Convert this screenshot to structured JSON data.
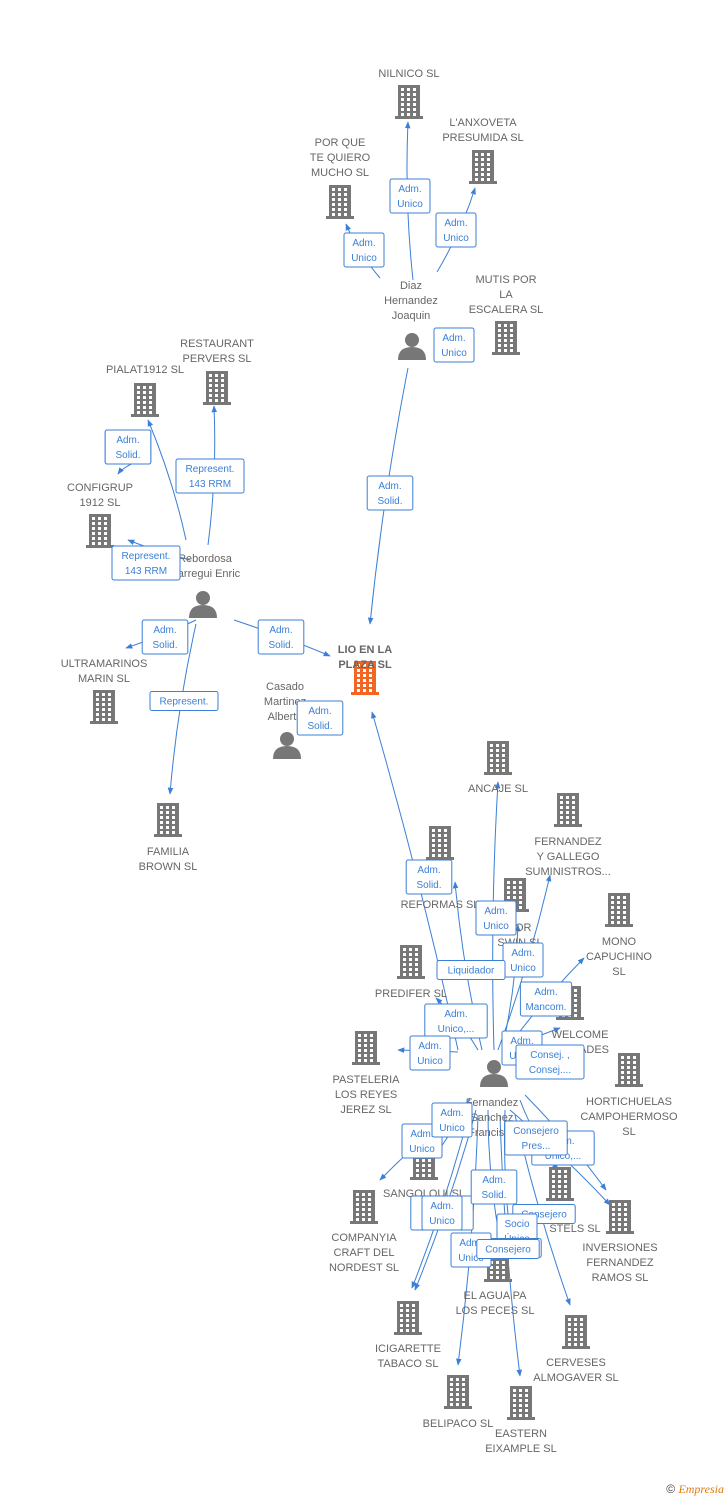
{
  "nodes": [
    {
      "id": "lio",
      "type": "company",
      "focus": true,
      "label": [
        "LIO EN LA",
        "PLAZA  SL"
      ]
    },
    {
      "id": "nilnico",
      "type": "company",
      "label": [
        "NILNICO  SL"
      ]
    },
    {
      "id": "anxoveta",
      "type": "company",
      "label": [
        "L'ANXOVETA",
        "PRESUMIDA SL"
      ]
    },
    {
      "id": "porque",
      "type": "company",
      "label": [
        "POR QUE",
        "TE QUIERO",
        "MUCHO  SL"
      ]
    },
    {
      "id": "mutis",
      "type": "company",
      "label": [
        "MUTIS POR",
        "LA",
        "ESCALERA SL"
      ]
    },
    {
      "id": "diaz",
      "type": "person",
      "label": [
        "Diaz",
        "Hernandez",
        "Joaquin"
      ]
    },
    {
      "id": "restaurant",
      "type": "company",
      "label": [
        "RESTAURANT",
        "PERVERS  SL"
      ]
    },
    {
      "id": "pialat",
      "type": "company",
      "label": [
        "PIALAT1912  SL"
      ]
    },
    {
      "id": "configrup",
      "type": "company",
      "label": [
        "CONFIGRUP",
        "1912  SL"
      ]
    },
    {
      "id": "rebordosa",
      "type": "person",
      "label": [
        "Rebordosa",
        "Carregui Enric"
      ]
    },
    {
      "id": "ultramarinos",
      "type": "company",
      "label": [
        "ULTRAMARINOS",
        "MARIN  SL"
      ]
    },
    {
      "id": "familia",
      "type": "company",
      "label": [
        "FAMILIA",
        "BROWN  SL"
      ]
    },
    {
      "id": "casado",
      "type": "person",
      "label": [
        "Casado",
        "Martinez",
        "Alberto"
      ]
    },
    {
      "id": "ancaje",
      "type": "company",
      "label": [
        "ANCAJE SL"
      ]
    },
    {
      "id": "fgallego",
      "type": "company",
      "label": [
        "FERNANDEZ",
        "Y GALLEGO",
        "SUMINISTROS..."
      ]
    },
    {
      "id": "reformas",
      "type": "company",
      "label": [
        "E",
        "S Y",
        "REFORMAS  SL"
      ]
    },
    {
      "id": "swin",
      "type": "company",
      "label": [
        "TOR",
        "SWIN SL"
      ]
    },
    {
      "id": "mono",
      "type": "company",
      "label": [
        "MONO",
        "CAPUCHINO",
        "SL"
      ]
    },
    {
      "id": "predifer",
      "type": "company",
      "label": [
        "PREDIFER  SL"
      ]
    },
    {
      "id": "welcome",
      "type": "company",
      "label": [
        "WELCOME",
        "...NIDADES"
      ]
    },
    {
      "id": "pasteleria",
      "type": "company",
      "label": [
        "PASTELERIA",
        "LOS REYES",
        "JEREZ SL"
      ]
    },
    {
      "id": "fernandez",
      "type": "person",
      "label": [
        "Fernandez",
        "Sanchez",
        "Francisco"
      ]
    },
    {
      "id": "horti",
      "type": "company",
      "label": [
        "HORTICHUELAS",
        "CAMPOHERMOSO",
        "SL"
      ]
    },
    {
      "id": "sangolqui",
      "type": "company",
      "label": [
        "SANGOLQUI SL"
      ]
    },
    {
      "id": "stels",
      "type": "company",
      "label": [
        "STELS  SL"
      ]
    },
    {
      "id": "companya",
      "type": "company",
      "label": [
        "COMPANYIA",
        "CRAFT DEL",
        "NORDEST  SL"
      ]
    },
    {
      "id": "inversiones",
      "type": "company",
      "label": [
        "INVERSIONES",
        "FERNANDEZ",
        "RAMOS  SL"
      ]
    },
    {
      "id": "agua",
      "type": "company",
      "label": [
        "EL AGUA PA",
        "LOS PECES  SL"
      ]
    },
    {
      "id": "icigarette",
      "type": "company",
      "label": [
        "ICIGARETTE",
        "TABACO SL"
      ]
    },
    {
      "id": "cerveses",
      "type": "company",
      "label": [
        "CERVESES",
        "ALMOGAVER SL"
      ]
    },
    {
      "id": "belipaco",
      "type": "company",
      "label": [
        "BELIPACO  SL"
      ]
    },
    {
      "id": "eastern",
      "type": "company",
      "label": [
        "EASTERN",
        "EIXAMPLE  SL"
      ]
    }
  ],
  "edges": [
    {
      "from": "diaz",
      "to": "nilnico",
      "label": [
        "Adm.",
        "Unico"
      ]
    },
    {
      "from": "diaz",
      "to": "anxoveta",
      "label": [
        "Adm.",
        "Unico"
      ]
    },
    {
      "from": "diaz",
      "to": "porque",
      "label": [
        "Adm.",
        "Unico"
      ]
    },
    {
      "from": "diaz",
      "to": "mutis",
      "label": [
        "Adm.",
        "Unico"
      ]
    },
    {
      "from": "diaz",
      "to": "lio",
      "label": [
        "Adm.",
        "Solid."
      ]
    },
    {
      "from": "rebordosa",
      "to": "pialat",
      "label": [
        "Adm.",
        "Solid."
      ]
    },
    {
      "from": "rebordosa",
      "to": "configrup",
      "label": [
        "Adm.",
        "Solid."
      ]
    },
    {
      "from": "rebordosa",
      "to": "restaurant",
      "label": [
        "Represent.",
        "143 RRM"
      ]
    },
    {
      "from": "rebordosa",
      "to": "configrup",
      "label": [
        "Represent.",
        "143 RRM"
      ]
    },
    {
      "from": "rebordosa",
      "to": "ultramarinos",
      "label": [
        "Adm.",
        "Solid."
      ]
    },
    {
      "from": "rebordosa",
      "to": "familia",
      "label": [
        "Represent."
      ]
    },
    {
      "from": "rebordosa",
      "to": "lio",
      "label": [
        "Adm.",
        "Solid."
      ]
    },
    {
      "from": "casado",
      "to": "lio",
      "label": [
        "Adm.",
        "Solid."
      ]
    },
    {
      "from": "fernandez",
      "to": "lio",
      "label": [
        "Adm.",
        "Solid."
      ]
    },
    {
      "from": "fernandez",
      "to": "ancaje",
      "label": [
        "Adm.",
        "Unico"
      ]
    },
    {
      "from": "fernandez",
      "to": "fgallego",
      "label": [
        "Adm.",
        "Unico"
      ]
    },
    {
      "from": "fernandez",
      "to": "reformas",
      "label": [
        "Liquidador"
      ]
    },
    {
      "from": "fernandez",
      "to": "swin",
      "label": [
        "Adm.",
        "Unico"
      ]
    },
    {
      "from": "fernandez",
      "to": "mono",
      "label": [
        "Adm.",
        "Mancom."
      ]
    },
    {
      "from": "fernandez",
      "to": "predifer",
      "label": [
        "Adm.",
        "Unico,..."
      ]
    },
    {
      "from": "fernandez",
      "to": "welcome",
      "label": [
        "Adm.",
        "Unico"
      ]
    },
    {
      "from": "fernandez",
      "to": "pasteleria",
      "label": [
        "Adm.",
        "Unico"
      ]
    },
    {
      "from": "fernandez",
      "to": "welcome",
      "label": [
        "Consej. ,",
        "Consej...."
      ]
    },
    {
      "from": "fernandez",
      "to": "horti",
      "label": [
        "Adm.",
        "Unico,..."
      ]
    },
    {
      "from": "fernandez",
      "to": "sangolqui",
      "label": [
        "Adm.",
        "Unico"
      ]
    },
    {
      "from": "fernandez",
      "to": "sangolqui",
      "label": [
        "Adm.",
        "Unico"
      ]
    },
    {
      "from": "fernandez",
      "to": "stels",
      "label": [
        "Consejero",
        "Pres..."
      ]
    },
    {
      "from": "fernandez",
      "to": "companya",
      "label": [
        "Adm.",
        "Unico,..."
      ]
    },
    {
      "from": "fernandez",
      "to": "agua",
      "label": [
        "Adm.",
        "Solid."
      ]
    },
    {
      "from": "fernandez",
      "to": "inversiones",
      "label": [
        "Consejero"
      ]
    },
    {
      "from": "fernandez",
      "to": "agua",
      "label": [
        "Socio",
        "Único"
      ]
    },
    {
      "from": "fernandez",
      "to": "icigarette",
      "label": [
        "Adm.",
        "Unico"
      ]
    },
    {
      "from": "fernandez",
      "to": "cerveses",
      "label": [
        "Consejero"
      ]
    },
    {
      "from": "fernandez",
      "to": "belipaco",
      "label": [
        "Adm.",
        "Unico"
      ]
    },
    {
      "from": "fernandez",
      "to": "eastern",
      "label": [
        "Consejero"
      ]
    }
  ],
  "credit": {
    "symbol": "©",
    "brand": "Empresia"
  },
  "colors": {
    "edge": "#3b7fd6",
    "company": "#777777",
    "focus": "#f26522",
    "person": "#777777",
    "label": "#666666"
  }
}
